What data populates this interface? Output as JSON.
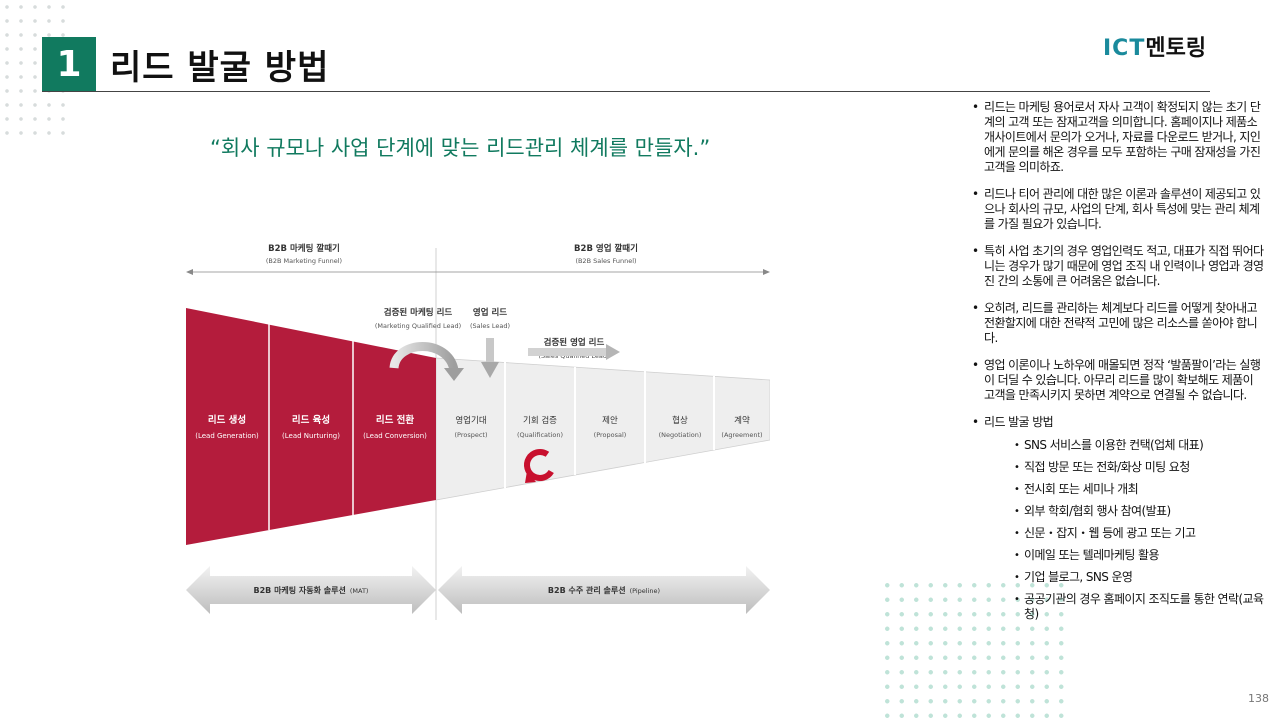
{
  "slide": {
    "number": "1",
    "title": "리드 발굴 방법",
    "logo_ict": "ICT",
    "logo_mentoring": "멘토링",
    "quote": "“회사 규모나 사업 단계에 맞는 리드관리 체계를 만들자.”",
    "page_number": "138"
  },
  "diagram": {
    "marketing_funnel": "B2B 마케팅 깔때기",
    "marketing_funnel_en": "(B2B Marketing Funnel)",
    "sales_funnel": "B2B 영업 깔때기",
    "sales_funnel_en": "(B2B Sales Funnel)",
    "mql": "검증된 마케팅 리드",
    "mql_en": "(Marketing Qualified Lead)",
    "sales_lead": "영업 리드",
    "sales_lead_en": "(Sales Lead)",
    "sql": "검증된 영업 리드",
    "sql_en": "(Sales Qualified Lead)",
    "red_stages": [
      {
        "label": "리드 생성",
        "en": "(Lead Generation)"
      },
      {
        "label": "리드 육성",
        "en": "(Lead Nurturing)"
      },
      {
        "label": "리드 전환",
        "en": "(Lead Conversion)"
      }
    ],
    "grey_stages": [
      {
        "label": "영업기대",
        "en": "(Prospect)"
      },
      {
        "label": "기회 검증",
        "en": "(Qualification)"
      },
      {
        "label": "제안",
        "en": "(Proposal)"
      },
      {
        "label": "협상",
        "en": "(Negotiation)"
      },
      {
        "label": "계약",
        "en": "(Agreement)"
      }
    ],
    "mat_solution": "B2B 마케팅 자동화 솔루션",
    "mat_solution_en": "(MAT)",
    "pipeline_solution": "B2B 수주 관리 솔루션",
    "pipeline_solution_en": "(Pipeline)",
    "colors": {
      "red": "#b41c3c",
      "grey_fill": "#eeeeee",
      "accent_green": "#117a5f"
    }
  },
  "bullets": [
    "리드는 마케팅 용어로서 자사 고객이 확정되지 않는 초기 단계의 고객 또는 잠재고객을 의미합니다. 홈페이지나 제품소개사이트에서 문의가 오거나, 자료를 다운로드 받거나, 지인에게 문의를 해온 경우를 모두 포함하는 구매 잠재성을 가진 고객을 의미하죠.",
    "리드나 티어 관리에 대한 많은 이론과 솔루션이 제공되고 있으나 회사의 규모, 사업의 단계, 회사 특성에 맞는 관리 체계를 가질 필요가 있습니다.",
    "특히 사업 초기의 경우 영업인력도 적고, 대표가 직접 뛰어다니는 경우가 많기 때문에 영업 조직 내 인력이나 영업과 경영진 간의 소통에 큰 어려움은 없습니다.",
    "오히려, 리드를 관리하는 체계보다 리드를 어떻게 찾아내고 전환할지에 대한 전략적 고민에 많은 리소스를 쏟아야 합니다.",
    "영업 이론이나 노하우에 매몰되면 정작 ‘발품팔이’라는 실행이 더딜 수 있습니다. 아무리 리드를 많이 확보해도 제품이 고객을 만족시키지 못하면 계약으로 연결될 수 없습니다."
  ],
  "methods": {
    "heading": "리드 발굴 방법",
    "items": [
      "SNS 서비스를 이용한 컨택(업체 대표)",
      "직접 방문 또는 전화/화상 미팅 요청",
      "전시회 또는 세미나 개최",
      "외부 학회/협회 행사 참여(발표)",
      "신문・잡지・웹 등에 광고 또는 기고",
      "이메일 또는 텔레마케팅 활용",
      "기업 블로그, SNS 운영",
      "공공기관의 경우 홈페이지 조직도를 통한 연락(교육청)"
    ]
  }
}
